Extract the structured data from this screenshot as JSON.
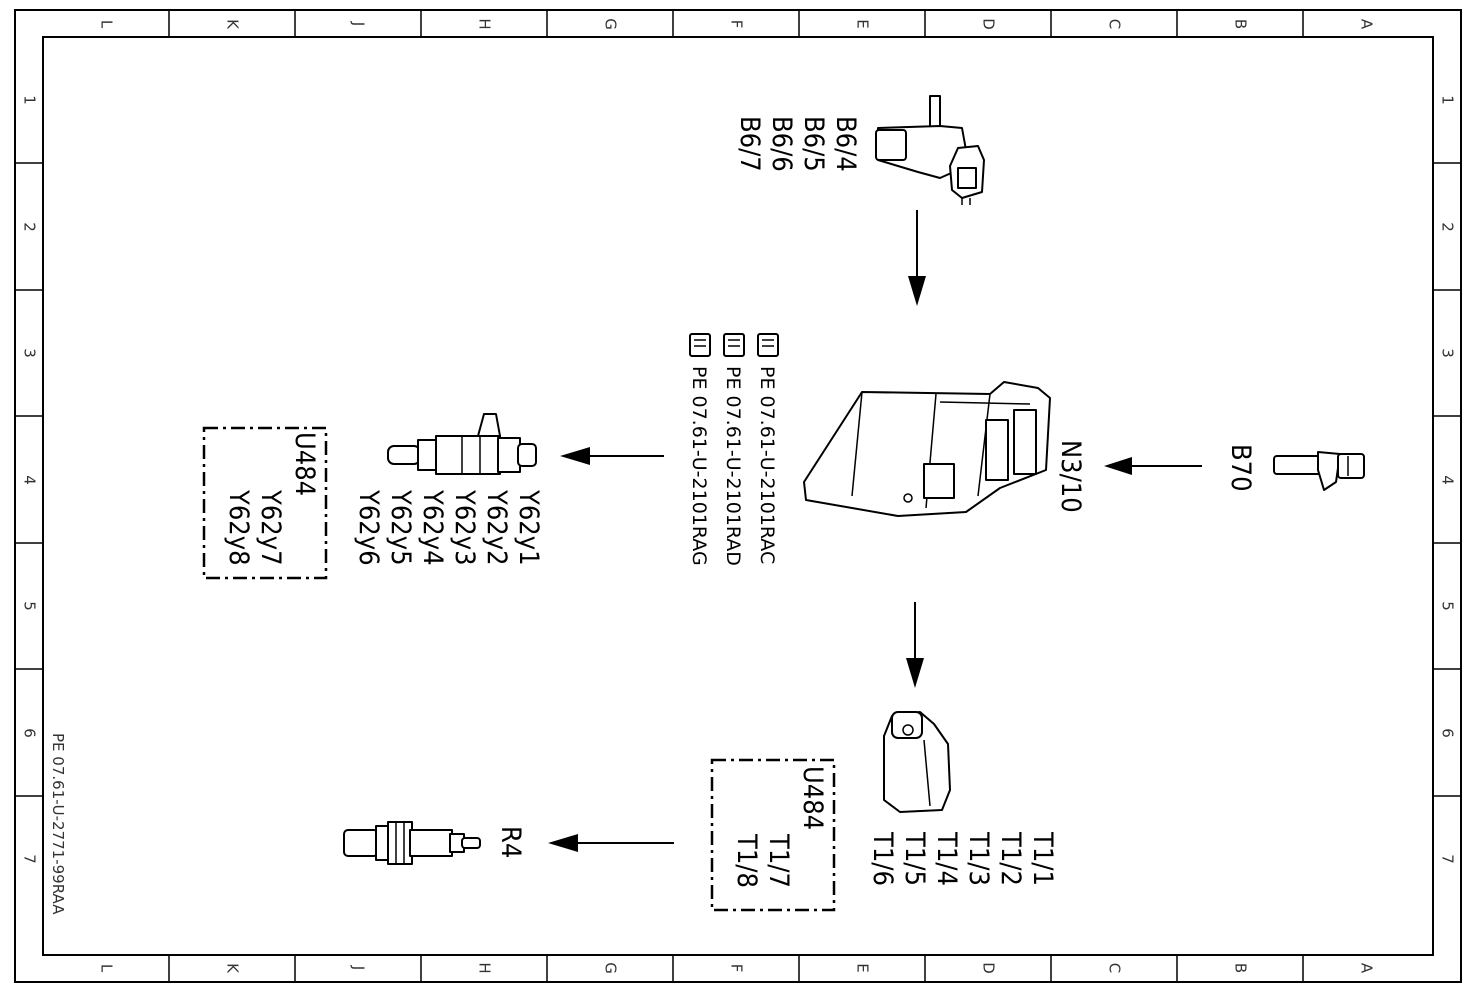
{
  "border": {
    "columns": [
      "L",
      "K",
      "J",
      "H",
      "G",
      "F",
      "E",
      "D",
      "C",
      "B",
      "A"
    ],
    "rows": [
      "1",
      "2",
      "3",
      "4",
      "5",
      "6",
      "7"
    ]
  },
  "drawing_number": "PE 07.61-U-2771-99RAA",
  "components": {
    "b6": {
      "labels": [
        "B6/4",
        "B6/5",
        "B6/6",
        "B6/7"
      ]
    },
    "n3": {
      "label": "N3/10"
    },
    "b70": {
      "label": "B70"
    },
    "refs": [
      "PE  07.61-U-2101RAC",
      "PE  07.61-U-2101RAD",
      "PE  07.61-U-2101RAG"
    ],
    "y62": {
      "labels": [
        "Y62y1",
        "Y62y2",
        "Y62y3",
        "Y62y4",
        "Y62y5",
        "Y62y6"
      ]
    },
    "u484_injectors": {
      "title": "U484",
      "labels": [
        "Y62y7",
        "Y62y8"
      ]
    },
    "t1": {
      "labels": [
        "T1/1",
        "T1/2",
        "T1/3",
        "T1/4",
        "T1/5",
        "T1/6"
      ]
    },
    "u484_coils": {
      "title": "U484",
      "labels": [
        "T1/7",
        "T1/8"
      ]
    },
    "r4": {
      "label": "R4"
    }
  }
}
